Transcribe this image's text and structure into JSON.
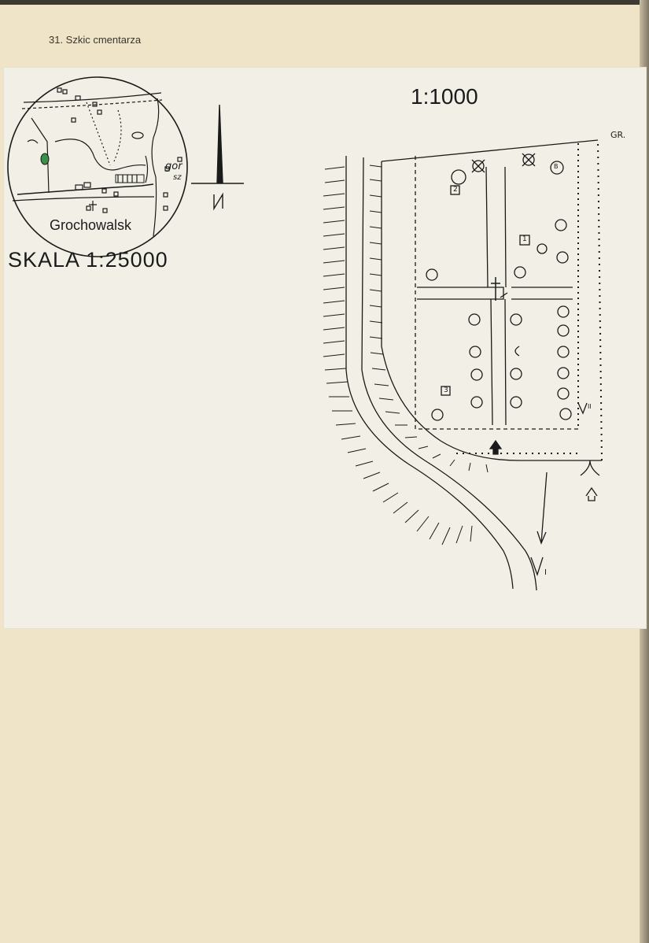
{
  "caption": "31. Szkic cmentarza",
  "inset_map": {
    "village_label": "Grochowalsk",
    "scale_label": "SKALA 1:25000",
    "terrain_label_1": "gor",
    "terrain_label_2": "sz"
  },
  "site_plan": {
    "scale_label": "1:1000",
    "corner_label": "GR.",
    "plot_numbers": [
      "1",
      "2",
      "3"
    ],
    "marker_b": "B",
    "view_point_1": "I",
    "view_point_2": "II",
    "icons": [
      "cross-icon",
      "north-arrow-icon",
      "entrance-arrow-icon",
      "viewpoint-icon"
    ]
  }
}
